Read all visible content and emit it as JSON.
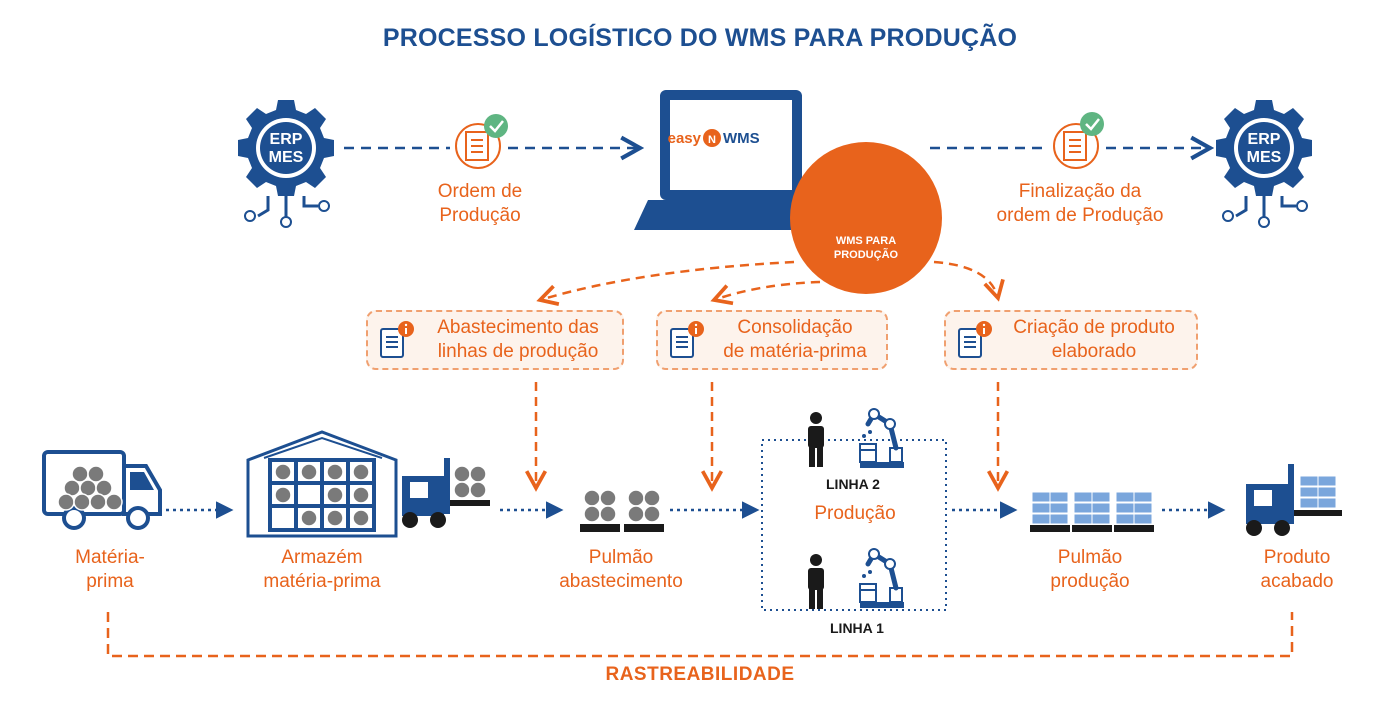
{
  "title": "PROCESSO LOGÍSTICO DO WMS PARA PRODUÇÃO",
  "erp_left": {
    "line1": "ERP",
    "line2": "MES"
  },
  "erp_right": {
    "line1": "ERP",
    "line2": "MES"
  },
  "laptop_brand": {
    "part1": "easy",
    "part2": "WMS"
  },
  "badge": {
    "line1": "WMS PARA",
    "line2": "PRODUÇÃO"
  },
  "top_docs": {
    "order": {
      "line1": "Ordem de",
      "line2": "Produção"
    },
    "finish": {
      "line1": "Finalização da",
      "line2": "ordem de Produção"
    }
  },
  "tasks": [
    {
      "line1": "Abastecimento das",
      "line2": "linhas de produção"
    },
    {
      "line1": "Consolidação",
      "line2": "de matéria-prima"
    },
    {
      "line1": "Criação de produto",
      "line2": "elaborado"
    }
  ],
  "stages": [
    {
      "line1": "Matéria-",
      "line2": "prima"
    },
    {
      "line1": "Armazém",
      "line2": "matéria-prima"
    },
    {
      "line1": "Pulmão",
      "line2": "abastecimento"
    },
    {
      "line1": "Pulmão",
      "line2": "produção"
    },
    {
      "line1": "Produto",
      "line2": "acabado"
    }
  ],
  "production": {
    "label": "Produção",
    "line_top": "LINHA 2",
    "line_bottom": "LINHA 1"
  },
  "traceability": "RASTREABILIDADE",
  "colors": {
    "blue": "#1d4f91",
    "orange": "#e8631c",
    "green": "#5fb582",
    "grey": "#7a7a7a",
    "light_orange": "#fdf3ec"
  }
}
